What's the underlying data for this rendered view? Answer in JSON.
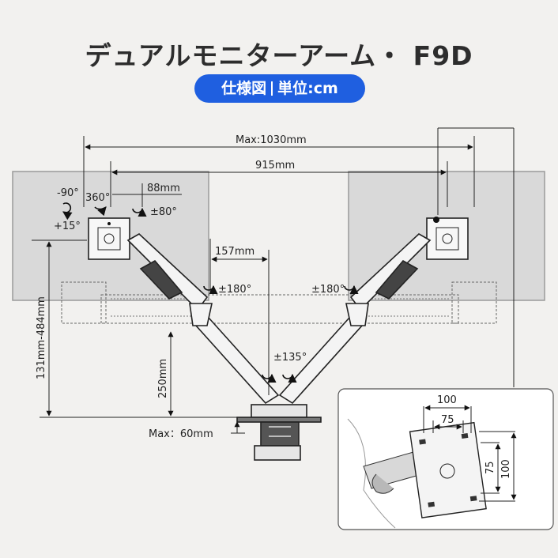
{
  "header": {
    "title": "デュアルモニターアーム・ F9D",
    "badge_left": "仕様図",
    "badge_right": "単位:cm"
  },
  "dimensions": {
    "max_width": "Max:1030mm",
    "width": "915mm",
    "vesa_offset": "88mm",
    "arm_offset": "157mm",
    "height_range": "131mm-484mm",
    "pole_height": "250mm",
    "clamp_max": "Max：60mm"
  },
  "rotations": {
    "tilt_up": "-90°",
    "swivel": "360°",
    "tilt_down": "+15°",
    "pan": "±80°",
    "arm_left": "±180°",
    "arm_right": "±180°",
    "base": "±135°"
  },
  "inset": {
    "vesa_outer_h": "100",
    "vesa_inner_h": "75",
    "vesa_inner_v": "75",
    "vesa_outer_v": "100"
  }
}
